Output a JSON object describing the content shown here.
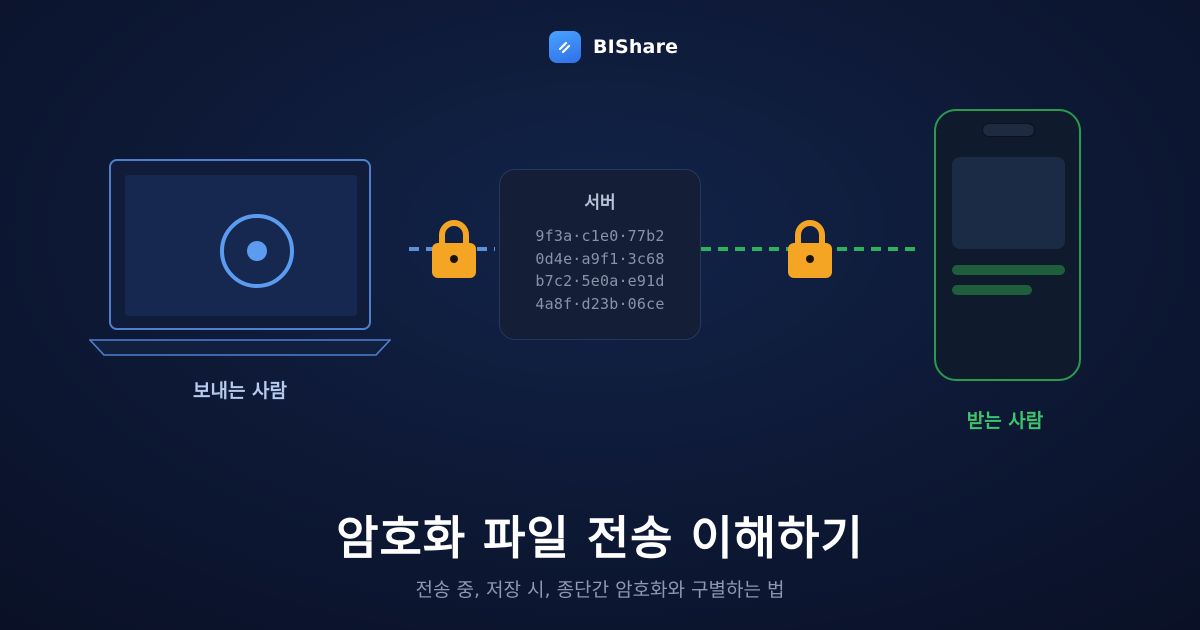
{
  "brand": {
    "name": "BIShare",
    "logo_icon": "share-arrows-icon",
    "accent_color": "#3b8cf5"
  },
  "sender": {
    "label": "보내는 사람",
    "device_icon": "laptop-icon",
    "screen_icon": "target-icon",
    "color": "#4f7fcf"
  },
  "server": {
    "title": "서버",
    "hashes": [
      "9f3a·c1e0·77b2",
      "0d4e·a9f1·3c68",
      "b7c2·5e0a·e91d",
      "4a8f·d23b·06ce"
    ]
  },
  "receiver": {
    "label": "받는 사람",
    "device_icon": "smartphone-icon",
    "color": "#2fb05a"
  },
  "locks": {
    "icon": "padlock-icon",
    "color": "#f5a524"
  },
  "headline": {
    "title": "암호화 파일 전송 이해하기",
    "subtitle": "전송 중, 저장 시, 종단간 암호화와 구별하는 법"
  }
}
